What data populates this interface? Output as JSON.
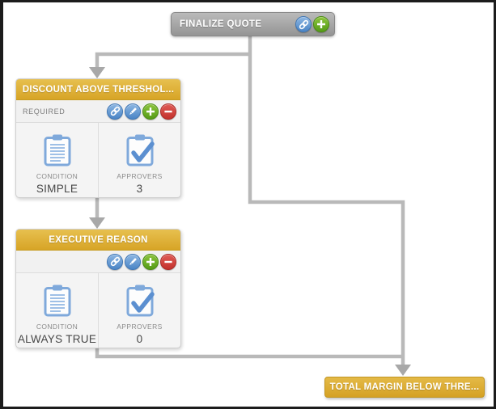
{
  "colors": {
    "accent_gold": "#d9a92c",
    "node_gray": "#9d9d9d",
    "action_blue": "#5b8fcb",
    "action_green": "#63a525",
    "action_red": "#cf3b36",
    "connector_gray": "#b9b9b9",
    "clipboard_blue": "#7fa9db"
  },
  "start_node": {
    "label": "FINALIZE QUOTE",
    "actions": [
      {
        "name": "link",
        "icon": "link-icon"
      },
      {
        "name": "add",
        "icon": "plus-icon"
      }
    ]
  },
  "steps": [
    {
      "title": "DISCOUNT ABOVE THRESHOL...",
      "flag": "REQUIRED",
      "actions": [
        {
          "name": "link",
          "icon": "link-icon"
        },
        {
          "name": "edit",
          "icon": "pencil-icon"
        },
        {
          "name": "add",
          "icon": "plus-icon"
        },
        {
          "name": "remove",
          "icon": "minus-icon"
        }
      ],
      "condition": {
        "label": "CONDITION",
        "value": "SIMPLE",
        "icon": "clipboard-list-icon"
      },
      "approvers": {
        "label": "APPROVERS",
        "value": "3",
        "icon": "clipboard-check-icon"
      }
    },
    {
      "title": "EXECUTIVE REASON",
      "flag": "",
      "actions": [
        {
          "name": "link",
          "icon": "link-icon"
        },
        {
          "name": "edit",
          "icon": "pencil-icon"
        },
        {
          "name": "add",
          "icon": "plus-icon"
        },
        {
          "name": "remove",
          "icon": "minus-icon"
        }
      ],
      "condition": {
        "label": "CONDITION",
        "value": "ALWAYS TRUE",
        "icon": "clipboard-list-icon"
      },
      "approvers": {
        "label": "APPROVERS",
        "value": "0",
        "icon": "clipboard-check-icon"
      }
    }
  ],
  "end_node": {
    "label": "TOTAL MARGIN BELOW THRE..."
  }
}
